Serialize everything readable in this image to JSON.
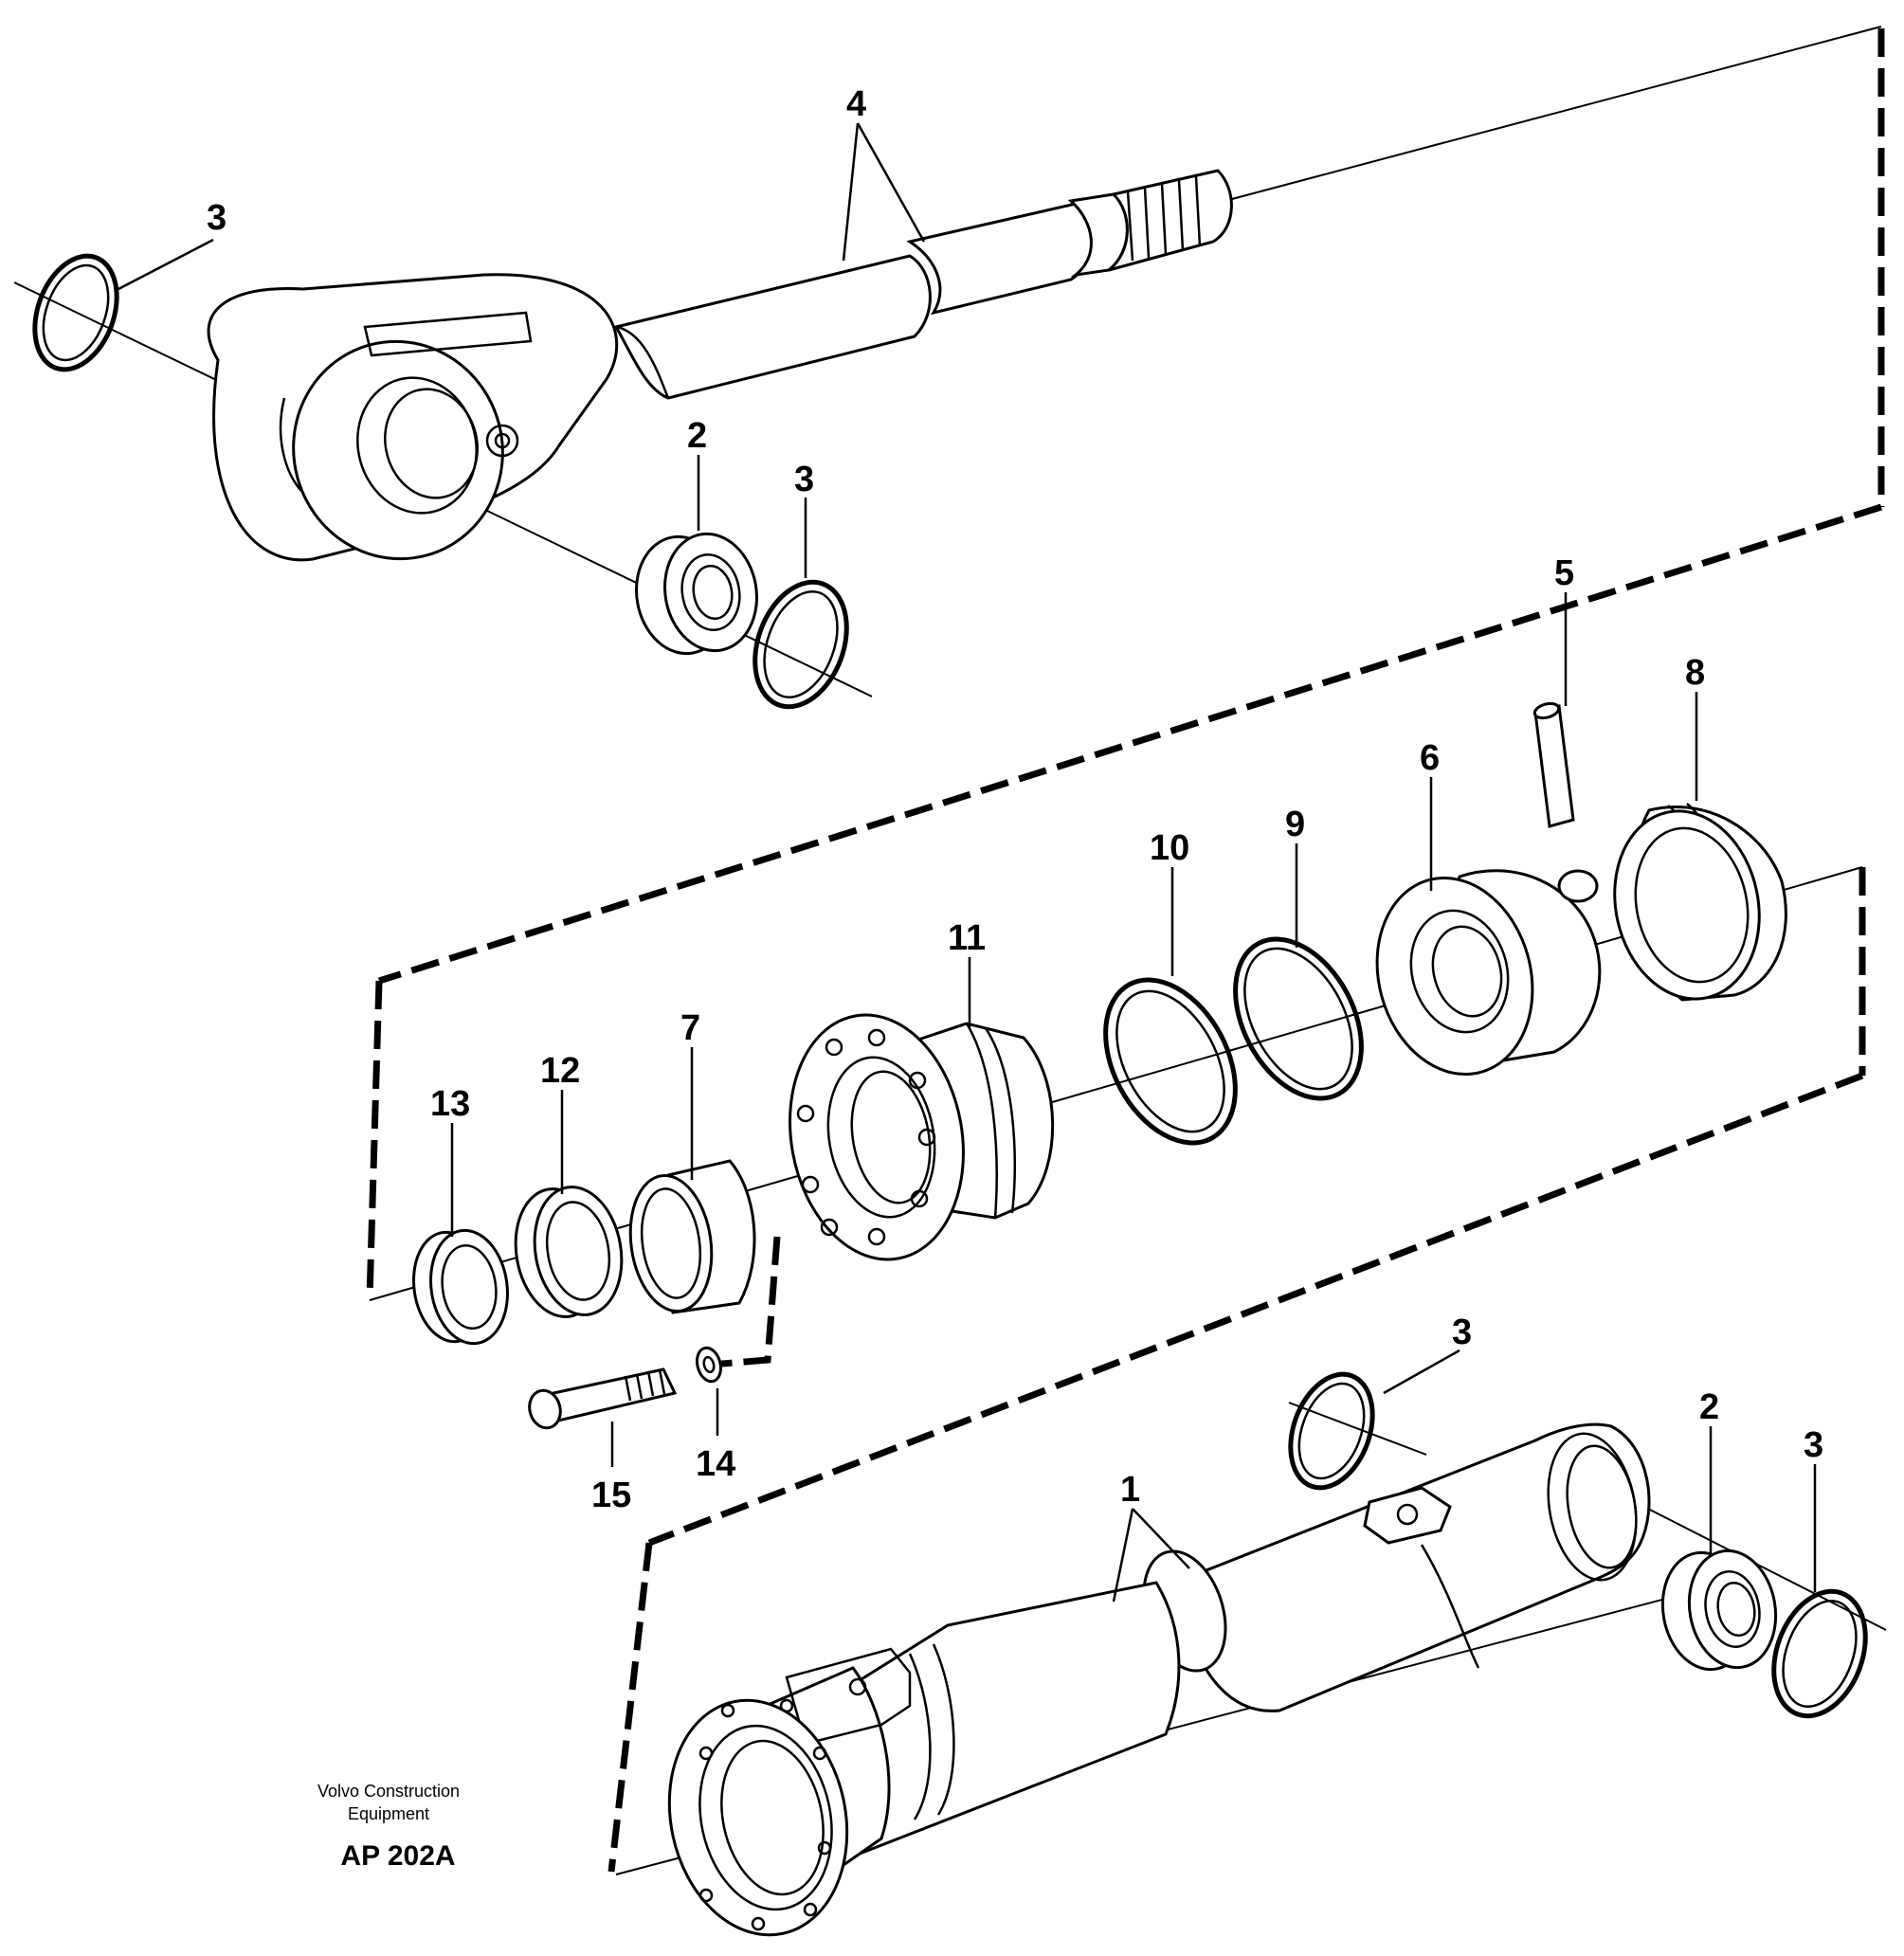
{
  "callouts": {
    "rod_3a": "3",
    "rod_4": "4",
    "rod_2": "2",
    "rod_3b": "3",
    "piston_5": "5",
    "piston_8": "8",
    "piston_6": "6",
    "piston_9": "9",
    "piston_10": "10",
    "piston_11": "11",
    "piston_7": "7",
    "piston_12": "12",
    "piston_13": "13",
    "screw_15": "15",
    "washer_14": "14",
    "tube_3a": "3",
    "tube_2": "2",
    "tube_3b": "3",
    "tube_1": "1"
  },
  "credit": {
    "line1": "Volvo Construction",
    "line2": "Equipment",
    "code": "AP 202A"
  }
}
